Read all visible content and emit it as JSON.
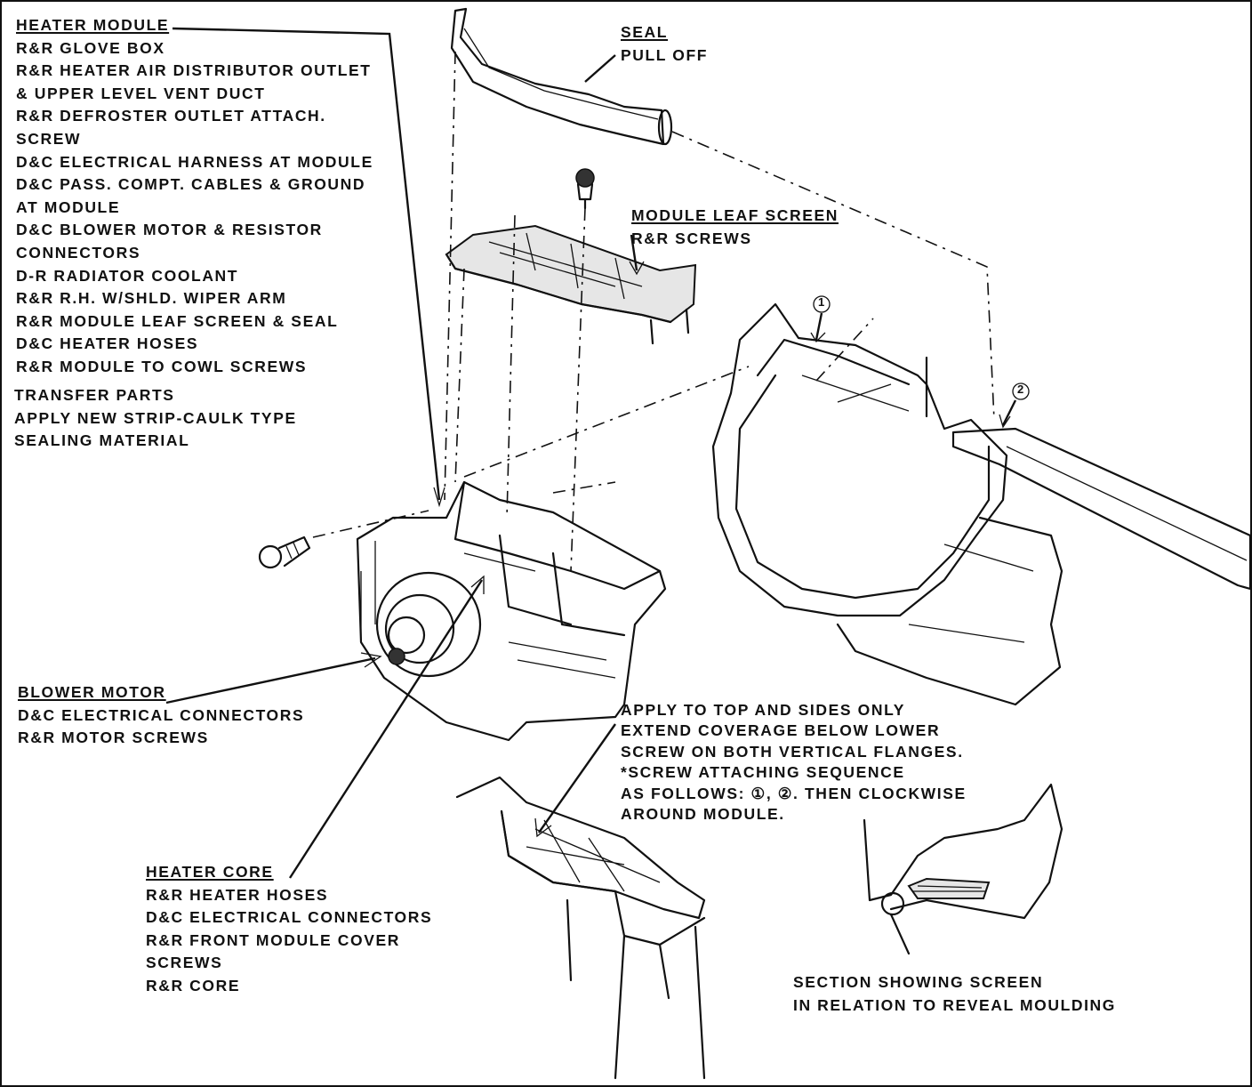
{
  "labels": {
    "heater_module": {
      "title": "HEATER MODULE",
      "lines": [
        "R&R GLOVE BOX",
        "R&R HEATER AIR DISTRIBUTOR OUTLET",
        "& UPPER LEVEL VENT DUCT",
        "R&R DEFROSTER OUTLET ATTACH.",
        "SCREW",
        "D&C ELECTRICAL HARNESS AT MODULE",
        "D&C PASS. COMPT. CABLES & GROUND",
        "AT MODULE",
        "D&C BLOWER MOTOR & RESISTOR",
        "CONNECTORS",
        "D-R RADIATOR COOLANT",
        "R&R R.H. W/SHLD. WIPER ARM",
        "R&R MODULE LEAF SCREEN & SEAL",
        "D&C HEATER HOSES",
        "R&R MODULE TO COWL SCREWS"
      ],
      "extra": [
        "TRANSFER PARTS",
        "APPLY NEW STRIP-CAULK TYPE",
        "SEALING MATERIAL"
      ]
    },
    "seal": {
      "title": "SEAL",
      "line": "PULL OFF"
    },
    "leaf_screen": {
      "title": "MODULE LEAF SCREEN",
      "line": "R&R SCREWS"
    },
    "blower_motor": {
      "title": "BLOWER MOTOR",
      "lines": [
        "D&C ELECTRICAL CONNECTORS",
        "R&R MOTOR SCREWS"
      ]
    },
    "apply_note": {
      "lines": [
        "APPLY TO TOP AND SIDES ONLY",
        "EXTEND COVERAGE BELOW LOWER",
        "SCREW ON BOTH VERTICAL FLANGES.",
        "*SCREW ATTACHING SEQUENCE",
        "AS FOLLOWS: ①, ②. THEN CLOCKWISE",
        "AROUND MODULE."
      ]
    },
    "heater_core": {
      "title": "HEATER CORE",
      "lines": [
        "R&R HEATER HOSES",
        "D&C ELECTRICAL CONNECTORS",
        "R&R FRONT MODULE COVER",
        "SCREWS",
        "R&R CORE"
      ]
    },
    "section": {
      "lines": [
        "SECTION SHOWING SCREEN",
        "IN RELATION TO REVEAL MOULDING"
      ]
    },
    "callouts": {
      "one": "1",
      "two": "2"
    }
  }
}
